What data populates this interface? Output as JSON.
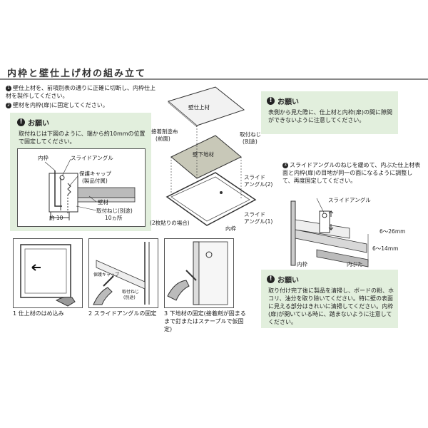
{
  "section_title": "内枠と壁仕上げ材の組み立て",
  "steps": {
    "step1_num": "1",
    "step1_text": "壁仕上材を、前項別表の通りに正確に切断し、内枠仕上材を製作してください。",
    "step2_num": "2",
    "step2_text": "壁材を内枠(扉)に固定してください。",
    "step3_num": "3",
    "step3_text": "スライドアングルのねじを緩めて、内ぶた仕上材表面と内枠(扉)の目地が同一の面になるように調整して、再度固定してください。"
  },
  "note_left": {
    "heading": "お願い",
    "text": "取付ねじは下図のように、端から約10mmの位置で固定してください。"
  },
  "note_right_top": {
    "heading": "お願い",
    "text": "表側から見た際に、仕上材と内枠(扉)の間に隙間ができないように注意してください。"
  },
  "note_right_bottom": {
    "heading": "お願い",
    "text": "取り付け完了後に製品を清掃し、ボードの粉、ホコリ、油分を取り除いてください。特に壁の表面に見える部分はきれいに清掃してください。内枠(扉)が開いている時に、踏まないように注意してください。"
  },
  "section_diagram_labels": {
    "uchiwaku": "内枠",
    "slide_angle": "スライドアングル",
    "hogo_cap": "保護キャップ",
    "hogo_cap_sub": "(製品付属)",
    "kabe": "壁材",
    "toritsuke_neji": "取付ねじ(別途)",
    "kasho": "10ヵ所",
    "yaku10": "約 10"
  },
  "exploded_labels": {
    "kabe_shiage": "壁仕上材",
    "kabe_shita": "壁下地材",
    "setchaku": "接着剤塗布",
    "setchaku_sub": "(前面)",
    "toritsuke": "取付ねじ",
    "toritsuke_sub": "(別途)",
    "slide2": "スライド",
    "slide2_sub": "アングル(2)",
    "slide1": "スライド",
    "slide1_sub": "アングル(1)",
    "uchiwaku": "内枠",
    "two_layer": "(2枚貼りの場合)"
  },
  "adjust_labels": {
    "slide_angle": "スライドアングル",
    "dim1": "6～26mm",
    "dim2": "6～14mm",
    "uchiwaku": "内枠",
    "uchibuta": "内ぶた"
  },
  "bottom_steps": [
    {
      "num": "1",
      "caption": "仕上材のはめ込み"
    },
    {
      "num": "2",
      "caption": "スライドアングルの固定"
    },
    {
      "num": "3",
      "caption": "下地材の固定(接着剤が固まるまで釘またはステープルで仮固定)"
    }
  ],
  "bottom_step2_labels": {
    "cap": "保護キャップ",
    "neji": "取付ねじ",
    "neji_sub": "(別途)"
  }
}
